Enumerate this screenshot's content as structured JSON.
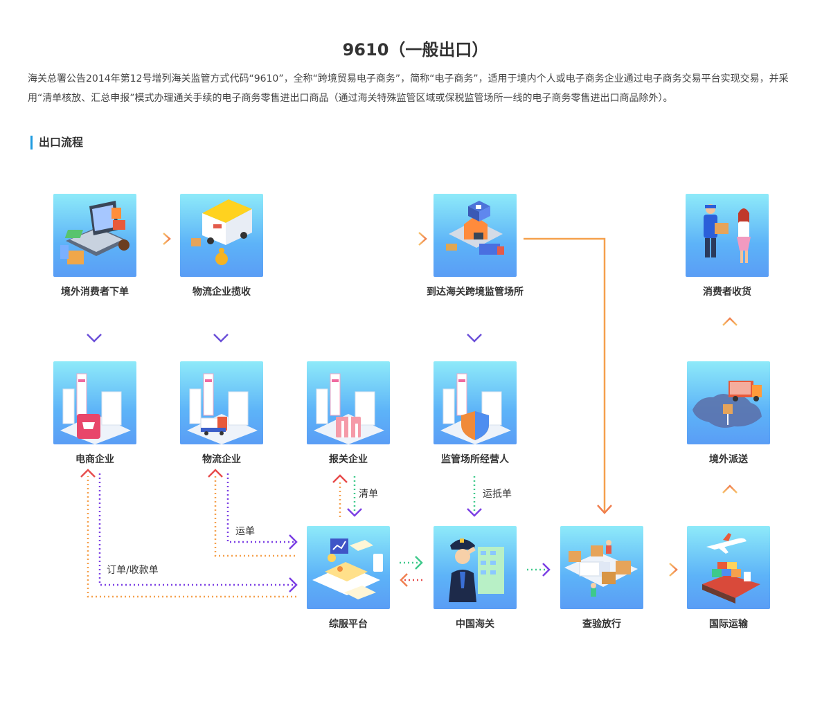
{
  "title": "9610（一般出口）",
  "description": "海关总署公告2014年第12号增列海关监管方式代码“9610”，全称“跨境贸易电子商务”，简称“电子商务”，适用于境内个人或电子商务企业通过电子商务交易平台实现交易，并采用“清单核放、汇总申报”模式办理通关手续的电子商务零售进出口商品（通过海关特殊监管区域或保税监管场所一线的电子商务零售进出口商品除外）。",
  "section_title": "出口流程",
  "nodes": {
    "order": "境外消费者下单",
    "pickup": "物流企业揽收",
    "arrive": "到达海关跨境监管场所",
    "receive": "消费者收货",
    "ecommerce": "电商企业",
    "logistics": "物流企业",
    "broker": "报关企业",
    "operator": "监管场所经营人",
    "dispatch": "境外派送",
    "platform": "综服平台",
    "customs": "中国海关",
    "release": "查验放行",
    "transport": "国际运输"
  },
  "edges": {
    "bill": "清单",
    "consignment": "运抵单",
    "waybill": "运单",
    "order_payment": "订单/收款单"
  },
  "colors": {
    "accent": "#1e9be0",
    "orange": "#f5a04c",
    "red": "#e74c4c",
    "purple": "#7b3fe4",
    "green": "#3ec98b",
    "tile_top": "#8eeaf9",
    "tile_bottom": "#5a9df5"
  }
}
